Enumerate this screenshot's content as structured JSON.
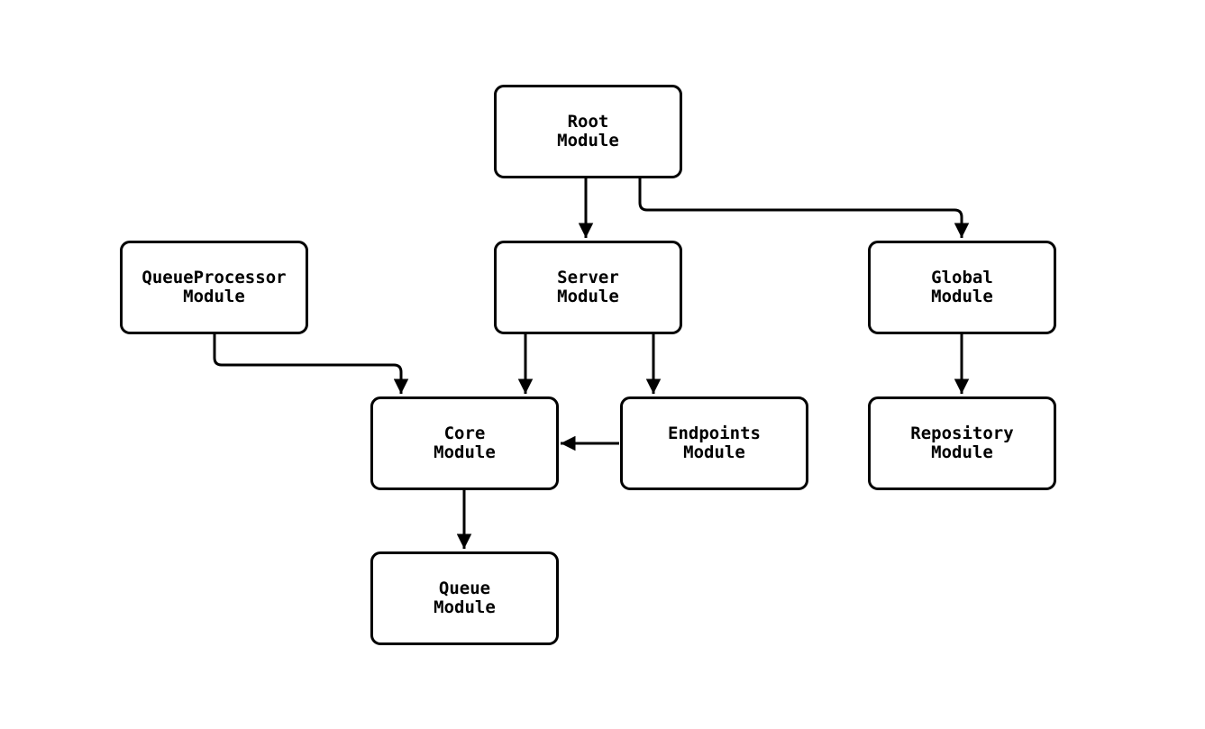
{
  "diagram": {
    "type": "module-dependency-flowchart",
    "colors": {
      "background": "#ffffff",
      "node_fill": "#ffffff",
      "node_border": "#000000",
      "edge_stroke": "#000000",
      "text": "#000000"
    },
    "nodes": {
      "root": {
        "label": "Root\nModule"
      },
      "queue_processor": {
        "label": "QueueProcessor\nModule"
      },
      "server": {
        "label": "Server\nModule"
      },
      "global": {
        "label": "Global\nModule"
      },
      "core": {
        "label": "Core\nModule"
      },
      "endpoints": {
        "label": "Endpoints\nModule"
      },
      "repository": {
        "label": "Repository\nModule"
      },
      "queue": {
        "label": "Queue\nModule"
      }
    },
    "edges": [
      {
        "from": "Root Module",
        "to": "Server Module"
      },
      {
        "from": "Root Module",
        "to": "Global Module"
      },
      {
        "from": "QueueProcessor Module",
        "to": "Core Module"
      },
      {
        "from": "Server Module",
        "to": "Core Module"
      },
      {
        "from": "Server Module",
        "to": "Endpoints Module"
      },
      {
        "from": "Endpoints Module",
        "to": "Core Module"
      },
      {
        "from": "Global Module",
        "to": "Repository Module"
      },
      {
        "from": "Core Module",
        "to": "Queue Module"
      }
    ]
  }
}
